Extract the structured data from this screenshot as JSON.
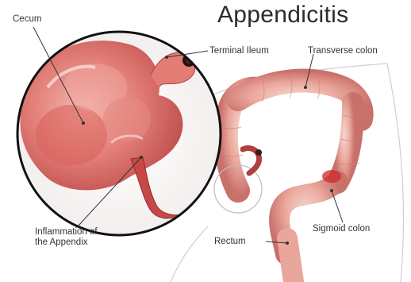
{
  "title": "Appendicitis",
  "labels": {
    "cecum": "Cecum",
    "terminal_ileum": "Terminal Ileum",
    "transverse_colon": "Transverse colon",
    "inflammation_line1": "Inflammation of",
    "inflammation_line2": "the Appendix",
    "rectum": "Rectum",
    "sigmoid_colon": "Sigmoid colon"
  },
  "colors": {
    "tissue": "#e06a6a",
    "tissue_light": "#f2b8b0",
    "tissue_dark": "#b83838",
    "lens_border": "#1a1a1a",
    "body_outline": "#c8c8c8"
  }
}
